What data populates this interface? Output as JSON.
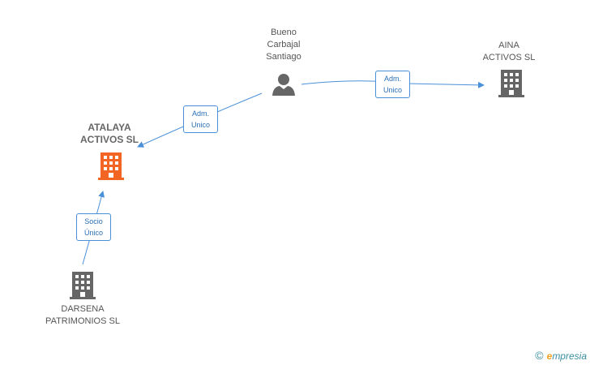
{
  "nodes": {
    "bueno": {
      "lines": [
        "Bueno",
        "Carbajal",
        "Santiago"
      ],
      "kind": "person",
      "icon": "person-icon",
      "color": "#666666"
    },
    "aina": {
      "lines": [
        "AINA",
        "ACTIVOS SL"
      ],
      "kind": "company",
      "icon": "building-icon",
      "color": "#666666"
    },
    "atalaya": {
      "lines": [
        "ATALAYA",
        "ACTIVOS SL"
      ],
      "kind": "company",
      "icon": "building-icon",
      "color": "#f26522"
    },
    "darsena": {
      "lines": [
        "DARSENA",
        "PATRIMONIOS SL"
      ],
      "kind": "company",
      "icon": "building-icon",
      "color": "#666666"
    }
  },
  "edges": {
    "bueno_atalaya": {
      "lines": [
        "Adm.",
        "Unico"
      ]
    },
    "bueno_aina": {
      "lines": [
        "Adm.",
        "Unico"
      ]
    },
    "darsena_atalaya": {
      "lines": [
        "Socio",
        "Único"
      ]
    }
  },
  "colors": {
    "edge": "#4a90d9",
    "highlight": "#f26522",
    "node": "#666666"
  },
  "footer": {
    "copyright": "©",
    "brand_e": "e",
    "brand_rest": "mpresia"
  }
}
